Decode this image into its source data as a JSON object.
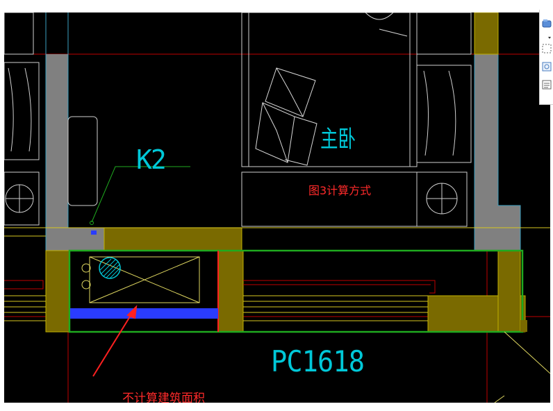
{
  "drawing": {
    "window_label": "K2",
    "room_label": "主卧",
    "method_note": "图3计算方式",
    "door_label": "PC1618",
    "annotation": "不计算建筑面积"
  },
  "colors": {
    "background": "#000000",
    "wall_fill": "#808080",
    "beam_fill": "#7a6a00",
    "window_outline": "#1faa1f",
    "highlight_blue": "#2a3cff",
    "axis_red": "#c00000",
    "text_cyan": "#00c8d8",
    "text_red": "#ff2a2a",
    "fixture_yellow": "#e0d860"
  },
  "toolbar": {
    "tools": [
      "layer-icon",
      "dropdown-arrow-icon",
      "select-box-icon",
      "3d-view-icon",
      "properties-icon"
    ]
  }
}
